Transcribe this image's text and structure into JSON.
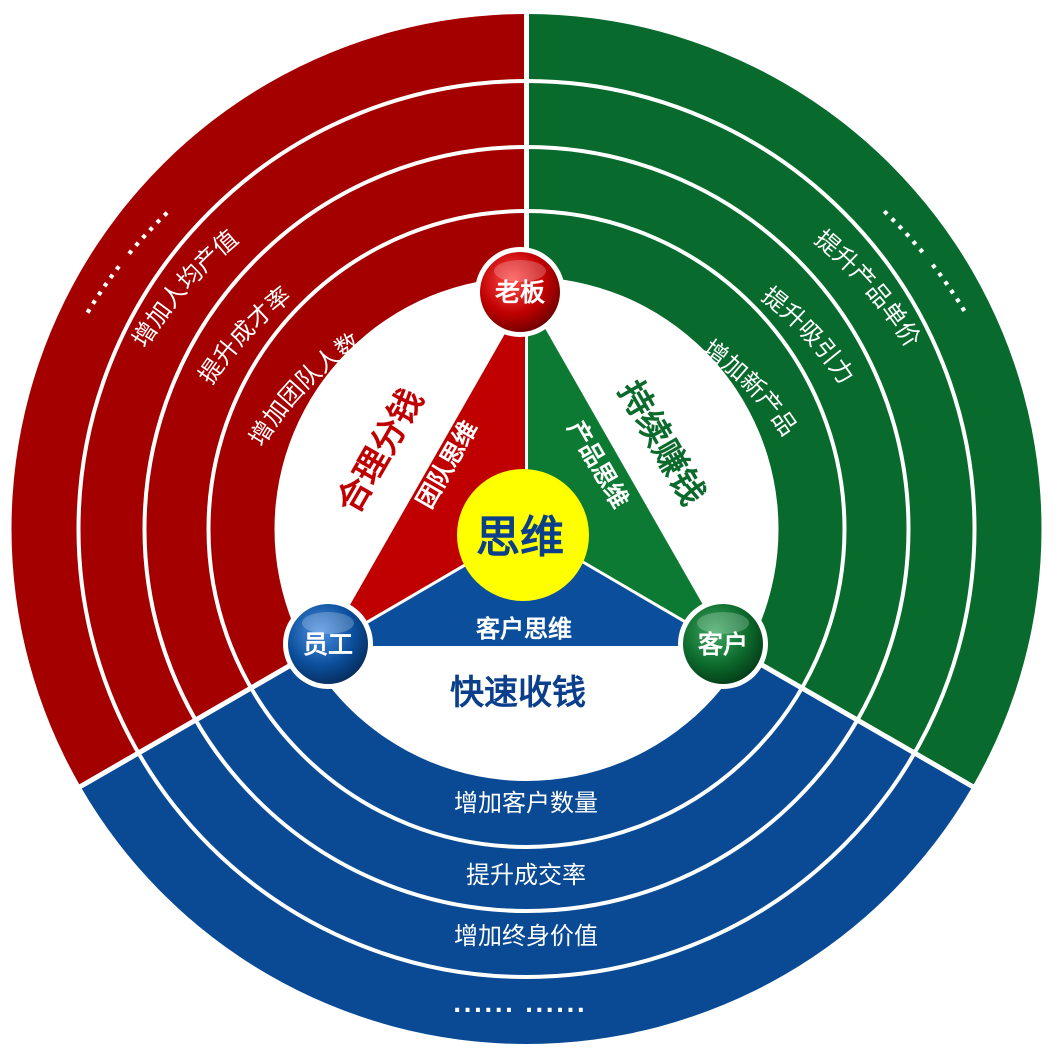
{
  "colors": {
    "red": "#a50000",
    "red_tri": "#c00000",
    "green": "#086a2c",
    "green_tri": "#0c7a32",
    "blue": "#0a4a94",
    "blue_tri": "#0b4f9c",
    "center": "#ffff00",
    "separator": "#ffffff"
  },
  "center": {
    "label": "思维"
  },
  "nodes": {
    "boss": "老板",
    "staff": "员工",
    "customer": "客户"
  },
  "triangle": {
    "team_thinking": "团队思维",
    "product_thinking": "产品思维",
    "customer_thinking": "客户思维"
  },
  "sections": {
    "red": {
      "title": "合理分钱",
      "rings": [
        "增加团队人数",
        "提升成才率",
        "增加人均产值",
        "...... ......"
      ]
    },
    "green": {
      "title": "持续赚钱",
      "rings": [
        "增加新产品",
        "提升吸引力",
        "提升产品单价",
        "...... ......"
      ]
    },
    "blue": {
      "title": "快速收钱",
      "rings": [
        "增加客户数量",
        "提升成交率",
        "增加终身价值",
        "...... ......"
      ]
    }
  }
}
